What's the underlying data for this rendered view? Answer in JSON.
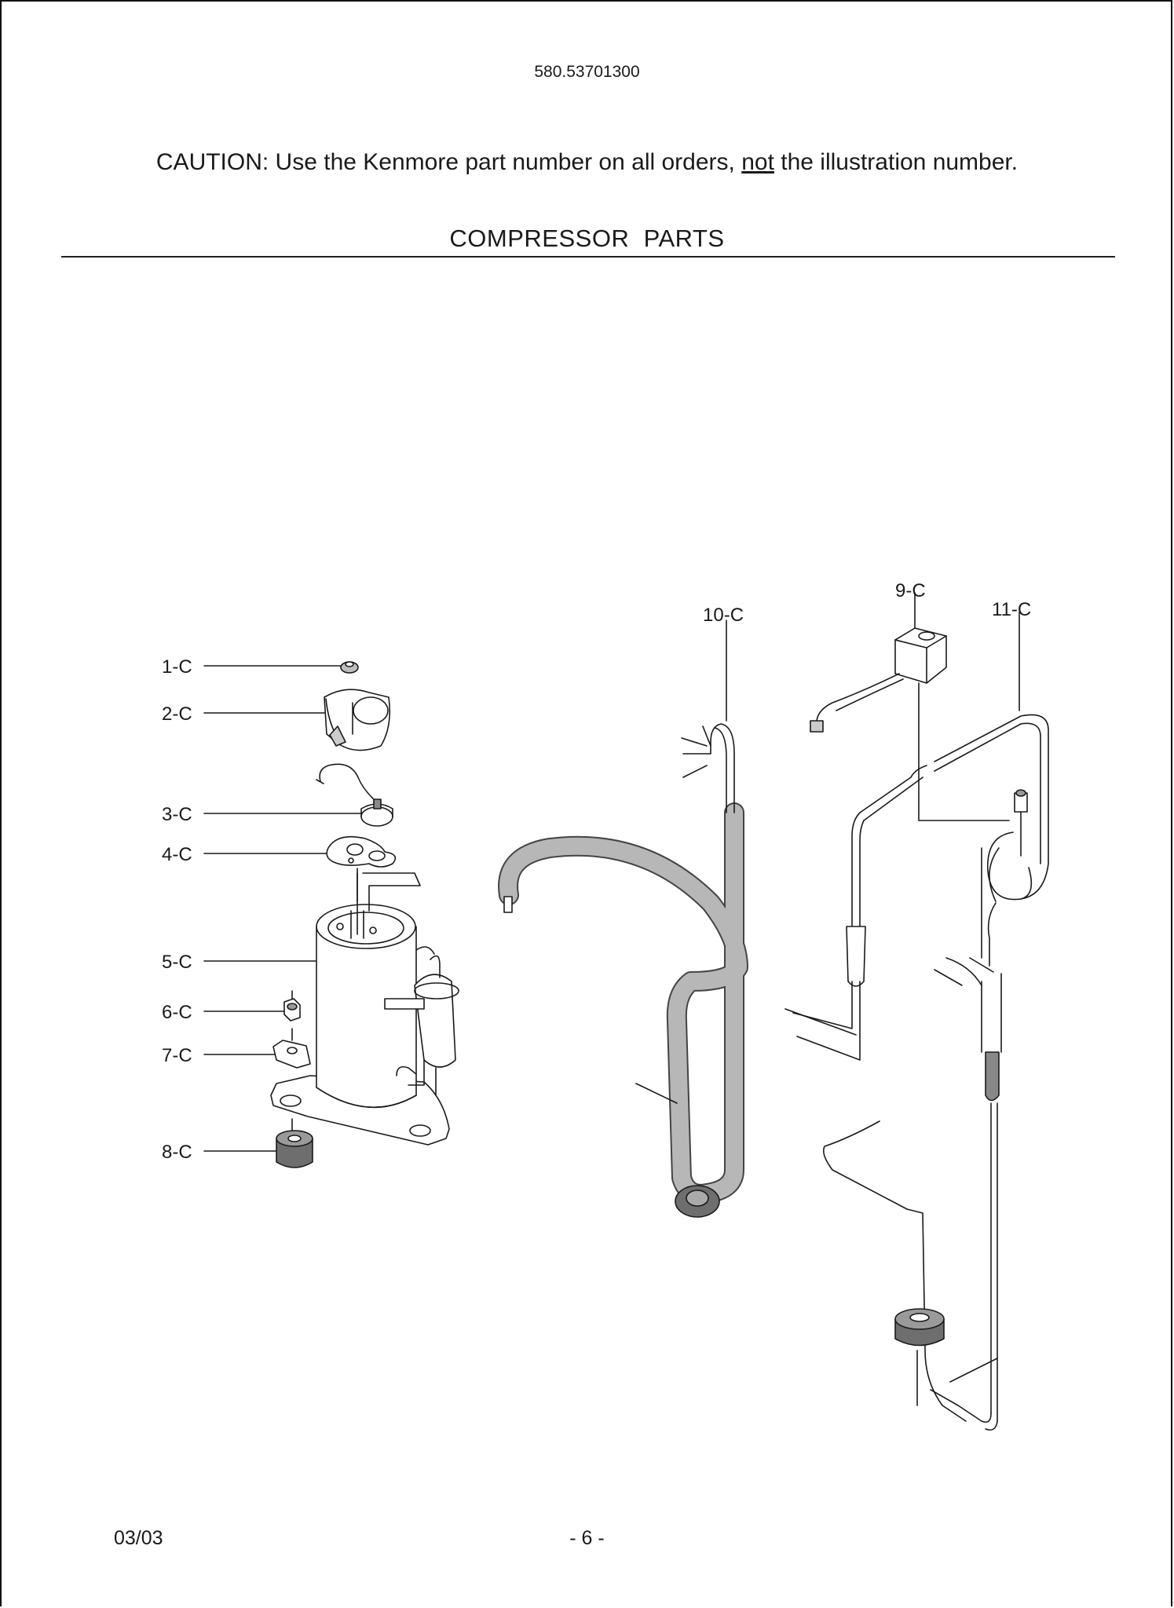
{
  "header": {
    "doc_number": "580.53701300",
    "caution_prefix": "CAUTION: Use the Kenmore part number on all orders, ",
    "caution_emphasis": "not",
    "caution_suffix": " the illustration number.",
    "section_title": "COMPRESSOR  PARTS"
  },
  "callouts": {
    "c1": "1-C",
    "c2": "2-C",
    "c3": "3-C",
    "c4": "4-C",
    "c5": "5-C",
    "c6": "6-C",
    "c7": "7-C",
    "c8": "8-C",
    "c9": "9-C",
    "c10": "10-C",
    "c11": "11-C"
  },
  "footer": {
    "date": "03/03",
    "page": "- 6 -"
  }
}
